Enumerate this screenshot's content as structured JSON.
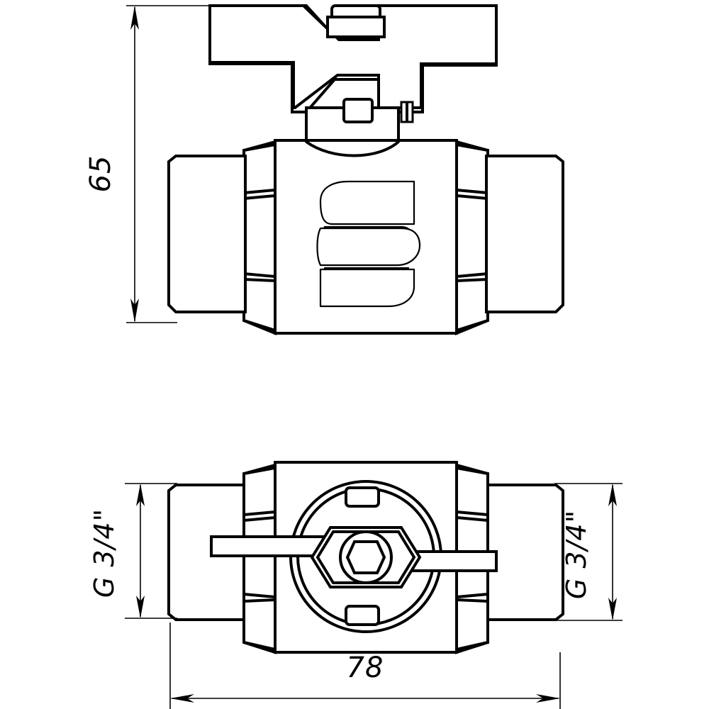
{
  "drawing": {
    "title": "Ball valve technical drawing",
    "background_color": "#ffffff",
    "line_color": "#000000",
    "views": {
      "front": {
        "name": "front-elevation-view",
        "description": "Ball valve front view with butterfly handle"
      },
      "top": {
        "name": "top-plan-view",
        "description": "Ball valve top view with handle arms and hex nut"
      }
    },
    "logo": {
      "name": "s-logo",
      "letter": "S"
    }
  },
  "dimensions": {
    "height": {
      "label": "65",
      "name": "height-dimension",
      "orientation": "vertical",
      "units": "mm"
    },
    "length": {
      "label": "78",
      "name": "length-dimension",
      "orientation": "horizontal",
      "units": "mm"
    },
    "thread_left": {
      "label": "G 3/4\"",
      "name": "left-thread-dimension",
      "orientation": "vertical"
    },
    "thread_right": {
      "label": "G 3/4\"",
      "name": "right-thread-dimension",
      "orientation": "vertical"
    }
  }
}
